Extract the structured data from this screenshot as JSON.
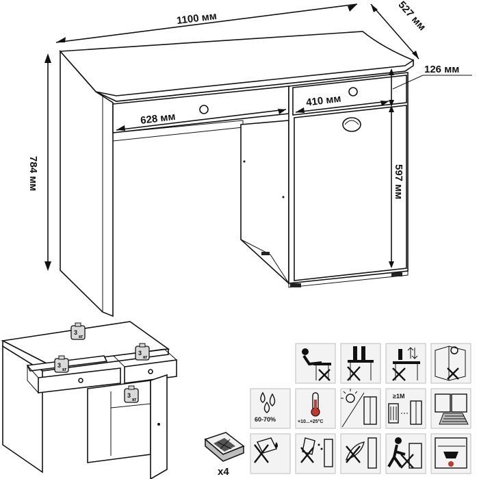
{
  "main_drawing": {
    "width_label": "1100 мм",
    "depth_label": "527 мм",
    "height_label": "784 мм",
    "drawer_height_label": "126 мм",
    "left_drawer_label": "628 мм",
    "right_drawer_label": "410 мм",
    "door_height_label": "597 мм"
  },
  "load_drawing": {
    "top_weight": "3",
    "drawer_left_weight": "3",
    "drawer_right_weight": "3",
    "shelf_weight": "3",
    "weight_unit": "кг"
  },
  "feet_label": "x4",
  "care_icons": {
    "humidity_label": "60-70%",
    "temperature_label": "+10...+25°C",
    "distance_label": "≥1M"
  }
}
